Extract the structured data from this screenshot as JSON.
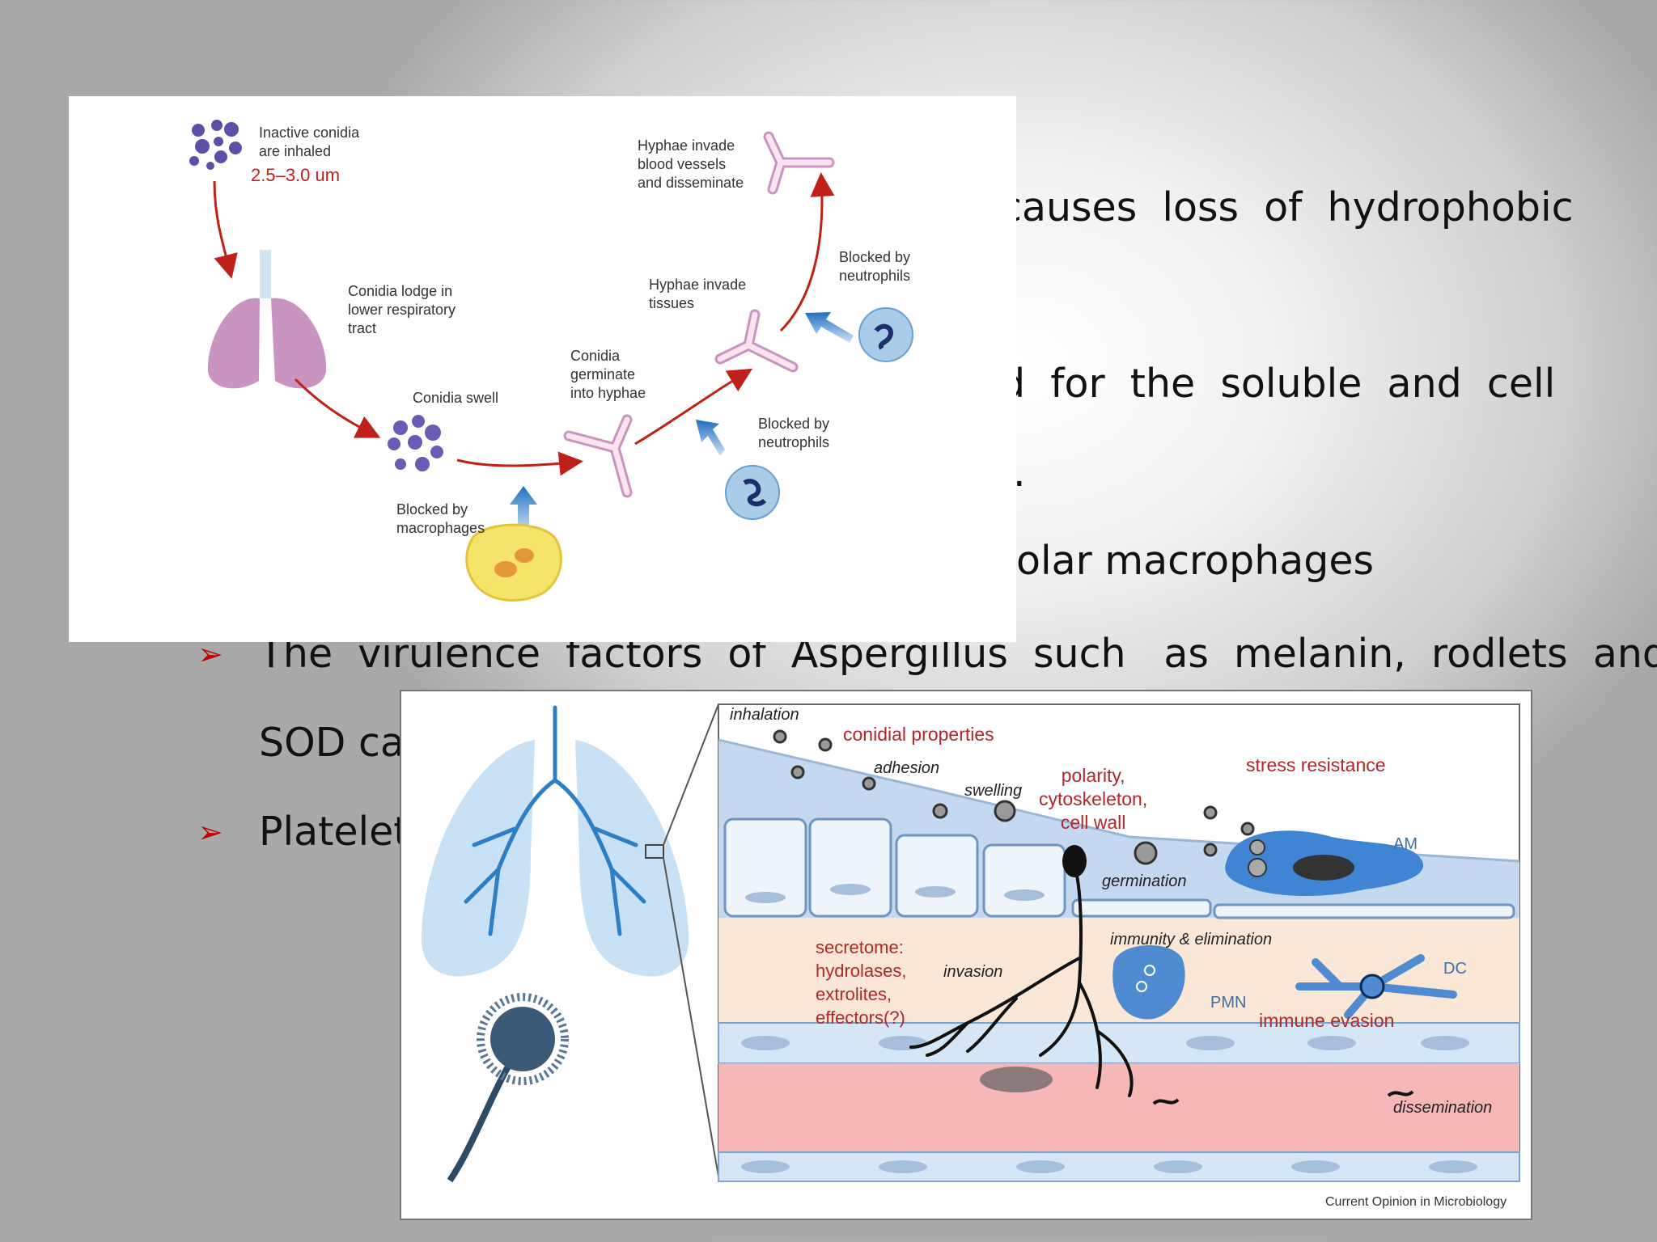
{
  "slide": {
    "lines": [
      "causes  loss  of  hydrophobic",
      "d  for  the  soluble  and  cell",
      ".",
      "olar macrophages",
      "The  virulence  factors  of  Aspergillus  such   as  melanin,  rodlets  and",
      "SOD car",
      "Platelet"
    ],
    "bullet_symbol": "➢",
    "bullet_color": "#c00000"
  },
  "diagram1": {
    "inactive": "Inactive conidia\nare inhaled",
    "size": "2.5–3.0 um",
    "lodge": "Conidia lodge in\nlower respiratory\ntract",
    "swell": "Conidia swell",
    "germinate": "Conidia\ngerminate\ninto hyphae",
    "macrophages": "Blocked by\nmacrophages",
    "neutro1": "Blocked by\nneutrophils",
    "invade_tissue": "Hyphae invade\ntissues",
    "neutro2": "Blocked by\nneutrophils",
    "invade_blood": "Hyphae invade\nblood vessels\nand disseminate"
  },
  "diagram2": {
    "inhalation": "inhalation",
    "conidial": "conidial properties",
    "adhesion": "adhesion",
    "swelling": "swelling",
    "polarity": "polarity,\ncytoskeleton,\ncell wall",
    "stress": "stress resistance",
    "am": "AM",
    "germination": "germination",
    "secretome": "secretome:\nhydrolases,\nextrolites,\neffectors(?)",
    "invasion": "invasion",
    "immunity": "immunity & elimination",
    "dc": "DC",
    "pmn": "PMN",
    "evasion": "immune evasion",
    "dissemination": "dissemination",
    "credit": "Current Opinion in Microbiology"
  }
}
